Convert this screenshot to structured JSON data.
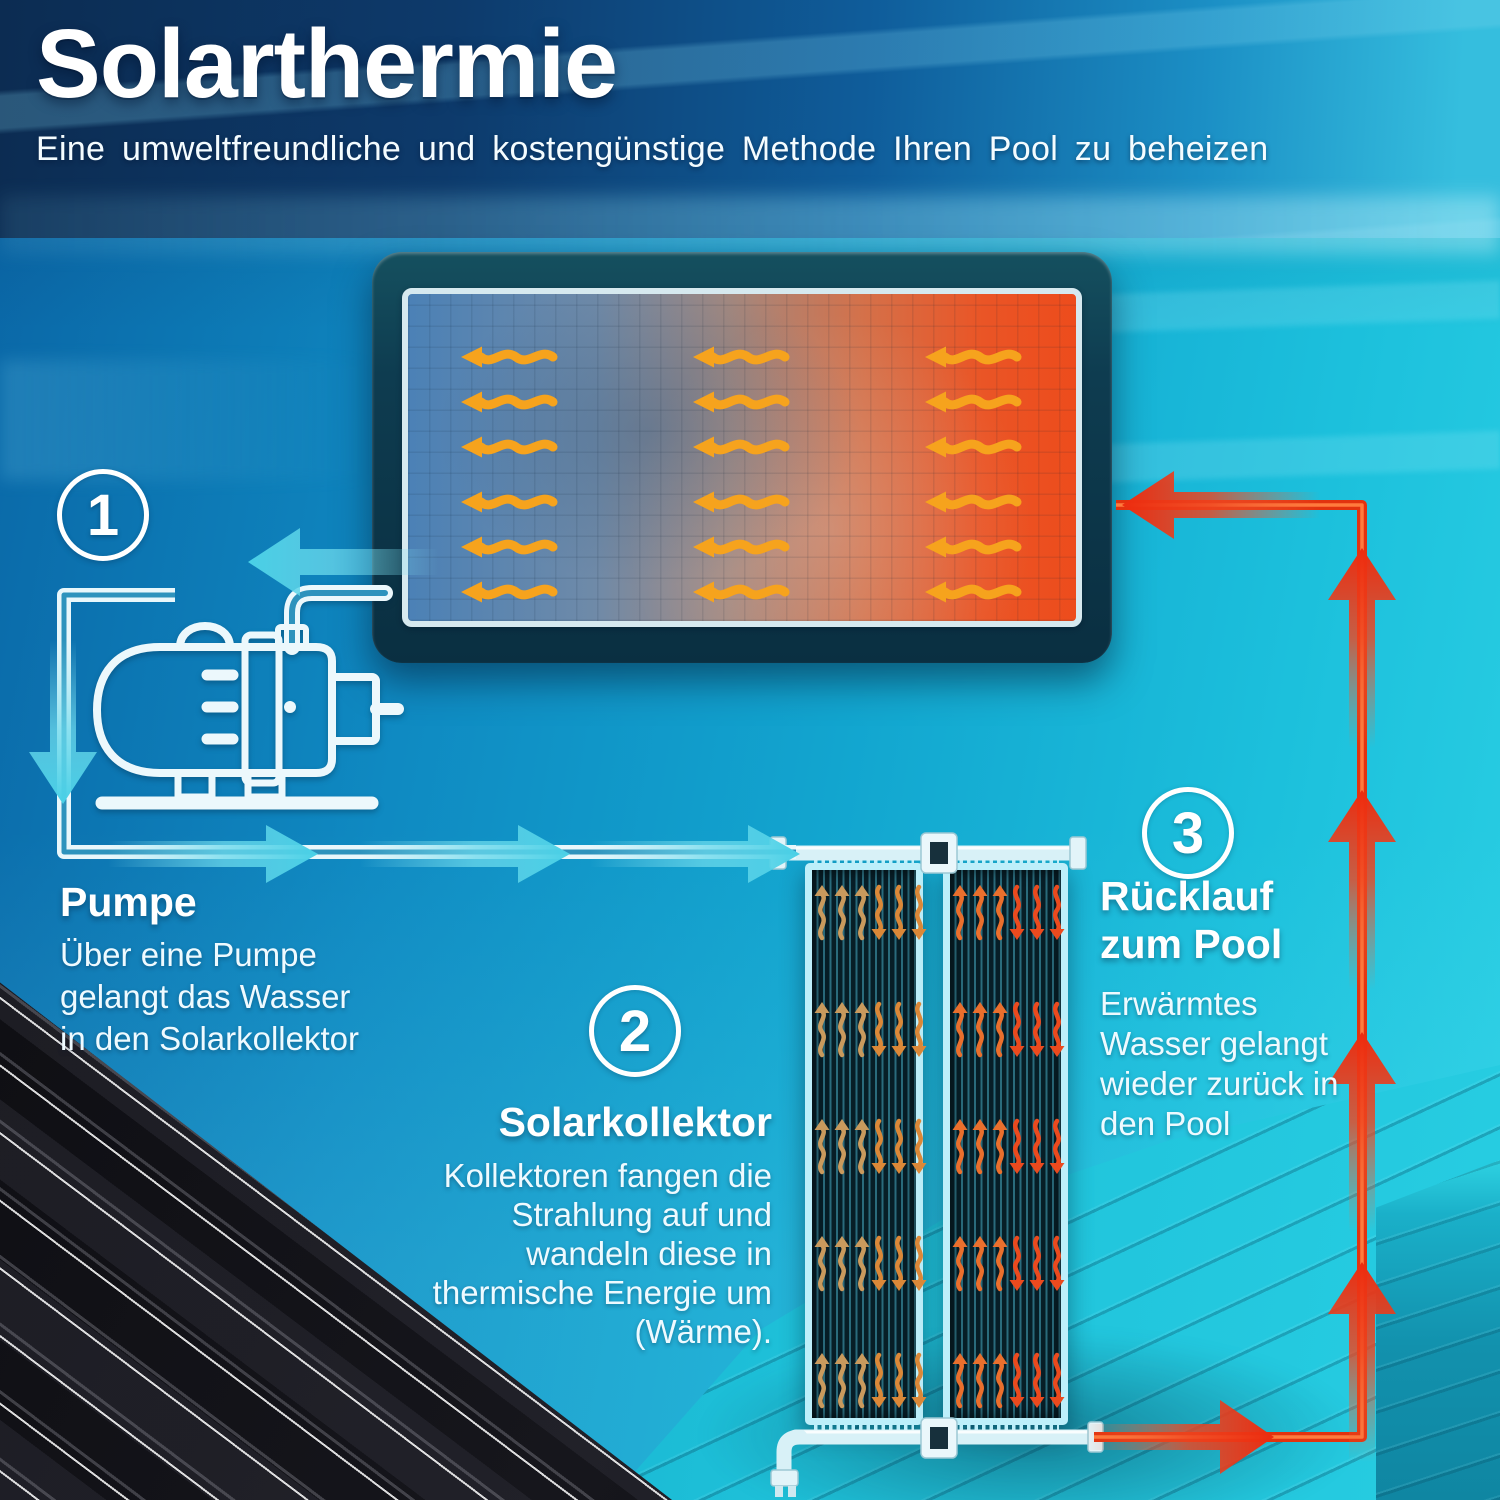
{
  "header": {
    "title": "Solarthermie",
    "subtitle": "Eine umweltfreundliche und kostengünstige Methode Ihren Pool zu beheizen"
  },
  "steps": [
    {
      "number": "1",
      "heading": "Pumpe",
      "lines": [
        "Über eine Pumpe",
        "gelangt das Wasser",
        "in den Solarkollektor"
      ]
    },
    {
      "number": "2",
      "heading": "Solarkollektor",
      "lines": [
        "Kollektoren fangen die",
        "Strahlung auf und",
        "wandeln diese in",
        "thermische Energie um",
        "(Wärme)."
      ]
    },
    {
      "number": "3",
      "heading": "Rücklauf zum Pool",
      "heading_lines": [
        "Rücklauf",
        "zum Pool"
      ],
      "lines": [
        "Erwärmtes",
        "Wasser gelangt",
        "wieder zurück in",
        "den Pool"
      ]
    }
  ],
  "colors": {
    "cold_water_flow": "#4ed2e6",
    "warm_water_flow": "#e93014",
    "heat_radiation": "#f6a31d",
    "pool_frame": "#0e3c50",
    "collector_frame": "#bdeffa",
    "water_background": "#14a3cd"
  },
  "icons": {
    "pump": "pump-icon",
    "cold_flow_arrow": "flow-arrow-cold-icon",
    "warm_flow_arrow": "flow-arrow-warm-icon",
    "heat_wave": "heat-wave-arrow-icon"
  }
}
